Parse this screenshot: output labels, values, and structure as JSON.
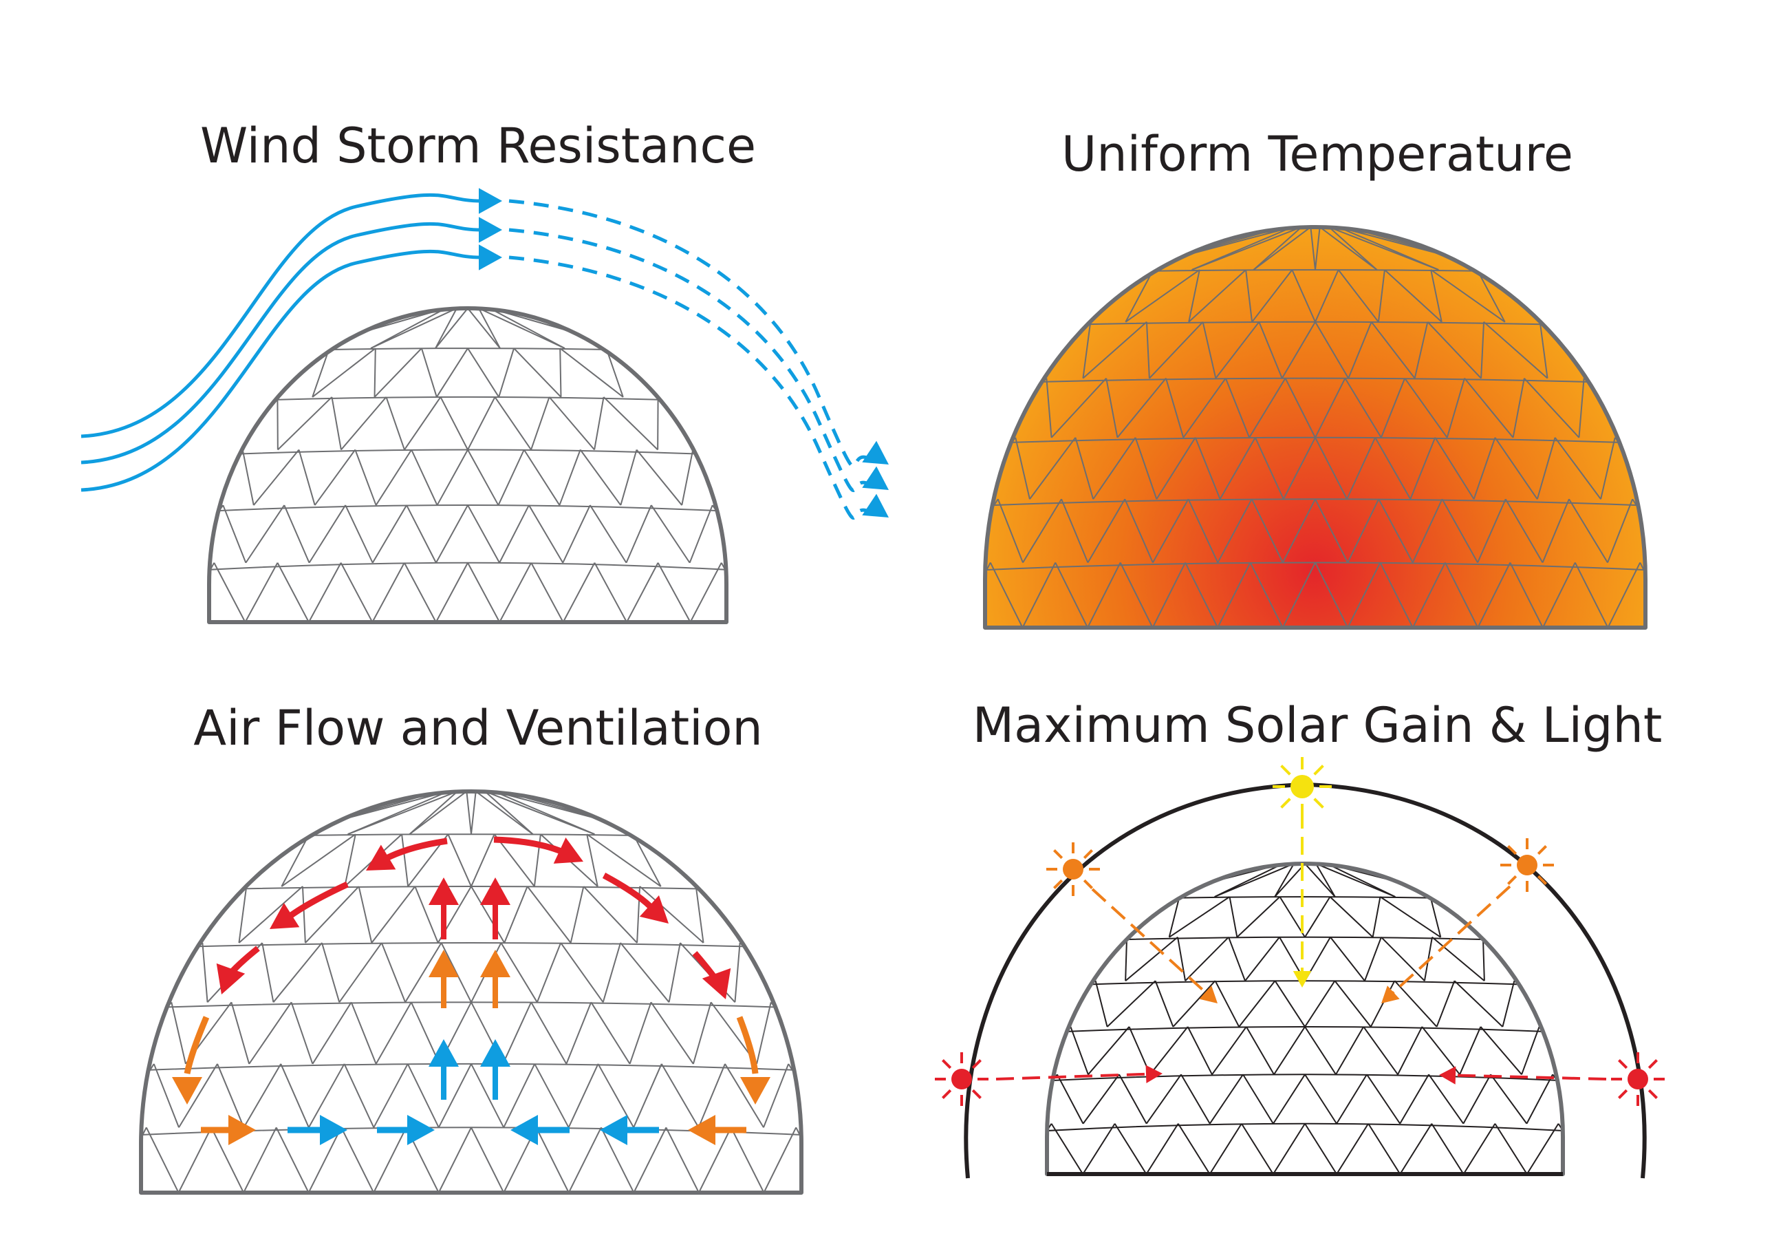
{
  "panels": [
    {
      "id": "wind",
      "title": "Wind Storm Resistance"
    },
    {
      "id": "temperature",
      "title": "Uniform Temperature"
    },
    {
      "id": "airflow",
      "title": "Air Flow and Ventilation"
    },
    {
      "id": "solar",
      "title": "Maximum Solar Gain & Light"
    }
  ],
  "colors": {
    "wind_blue": "#0f9de0",
    "frame_gray": "#6d6e71",
    "lattice_gray": "#6d6e71",
    "heat_outer": "#f7a81b",
    "heat_center": "#e4262a",
    "hot_red": "#e4202a",
    "warm_orange": "#ee7d1c",
    "cool_blue": "#0f9de0",
    "sun_yellow": "#f5e20f",
    "sun_orange": "#ef7f1a",
    "sun_red": "#e4202a",
    "orbit_black": "#231f20"
  },
  "icons": {
    "wind_arrows": "arrow-icon",
    "sun_positions": "sun-icon"
  }
}
